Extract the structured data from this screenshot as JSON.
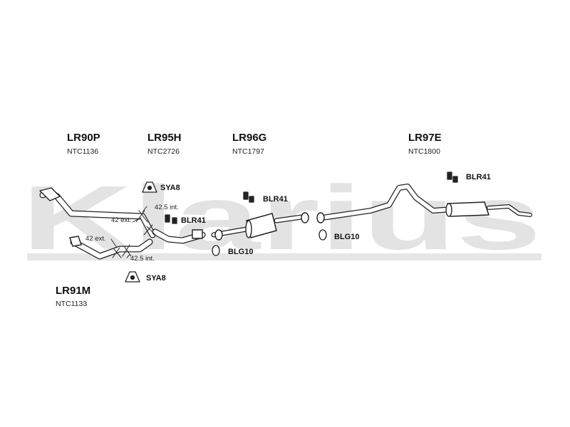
{
  "watermark": {
    "text": "Klarius",
    "color": "#e3e3e3"
  },
  "assemblies": [
    {
      "code": "LR90P",
      "part_no": "NTC1136"
    },
    {
      "code": "LR95H",
      "part_no": "NTC2726"
    },
    {
      "code": "LR96G",
      "part_no": "NTC1797"
    },
    {
      "code": "LR97E",
      "part_no": "NTC1800"
    },
    {
      "code": "LR91M",
      "part_no": "NTC1133"
    }
  ],
  "fittings": [
    {
      "label": "SYA8"
    },
    {
      "label": "BLR41"
    },
    {
      "label": "BLR41"
    },
    {
      "label": "BLR41"
    },
    {
      "label": "BLG10"
    },
    {
      "label": "BLG10"
    },
    {
      "label": "SYA8"
    }
  ],
  "dimensions": [
    {
      "text": "42.5 int."
    },
    {
      "text": "42 ext."
    },
    {
      "text": "42 ext."
    },
    {
      "text": "42.5 int."
    }
  ]
}
